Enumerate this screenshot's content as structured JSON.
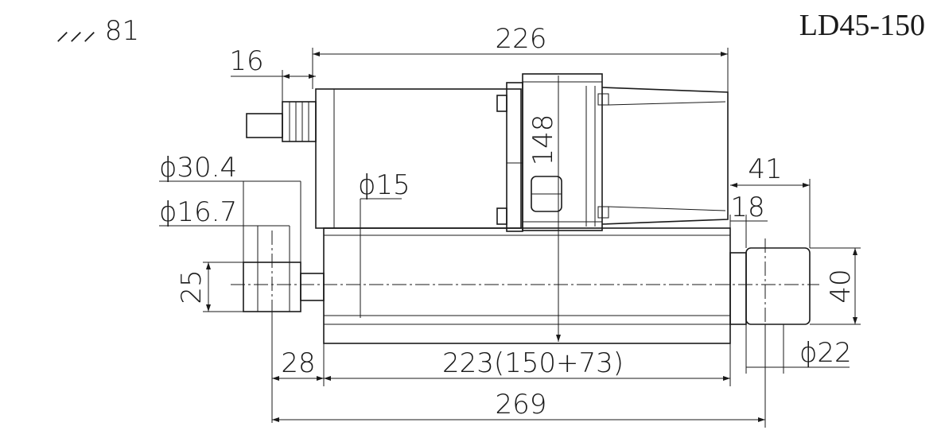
{
  "model": "LD45-150",
  "corner_note": "⸝⸝⸝ 81",
  "dimensions": {
    "overall_top": "226",
    "motor_offset": "16",
    "motor_height": "148",
    "diameter_304": "ϕ30.4",
    "diameter_167": "ϕ16.7",
    "diameter_15": "ϕ15",
    "height_25": "25",
    "rod_end": "28",
    "body_length": "223(150+73)",
    "overall_bottom": "269",
    "dim_41": "41",
    "dim_18": "18",
    "height_40": "40",
    "diameter_22": "ϕ22"
  }
}
